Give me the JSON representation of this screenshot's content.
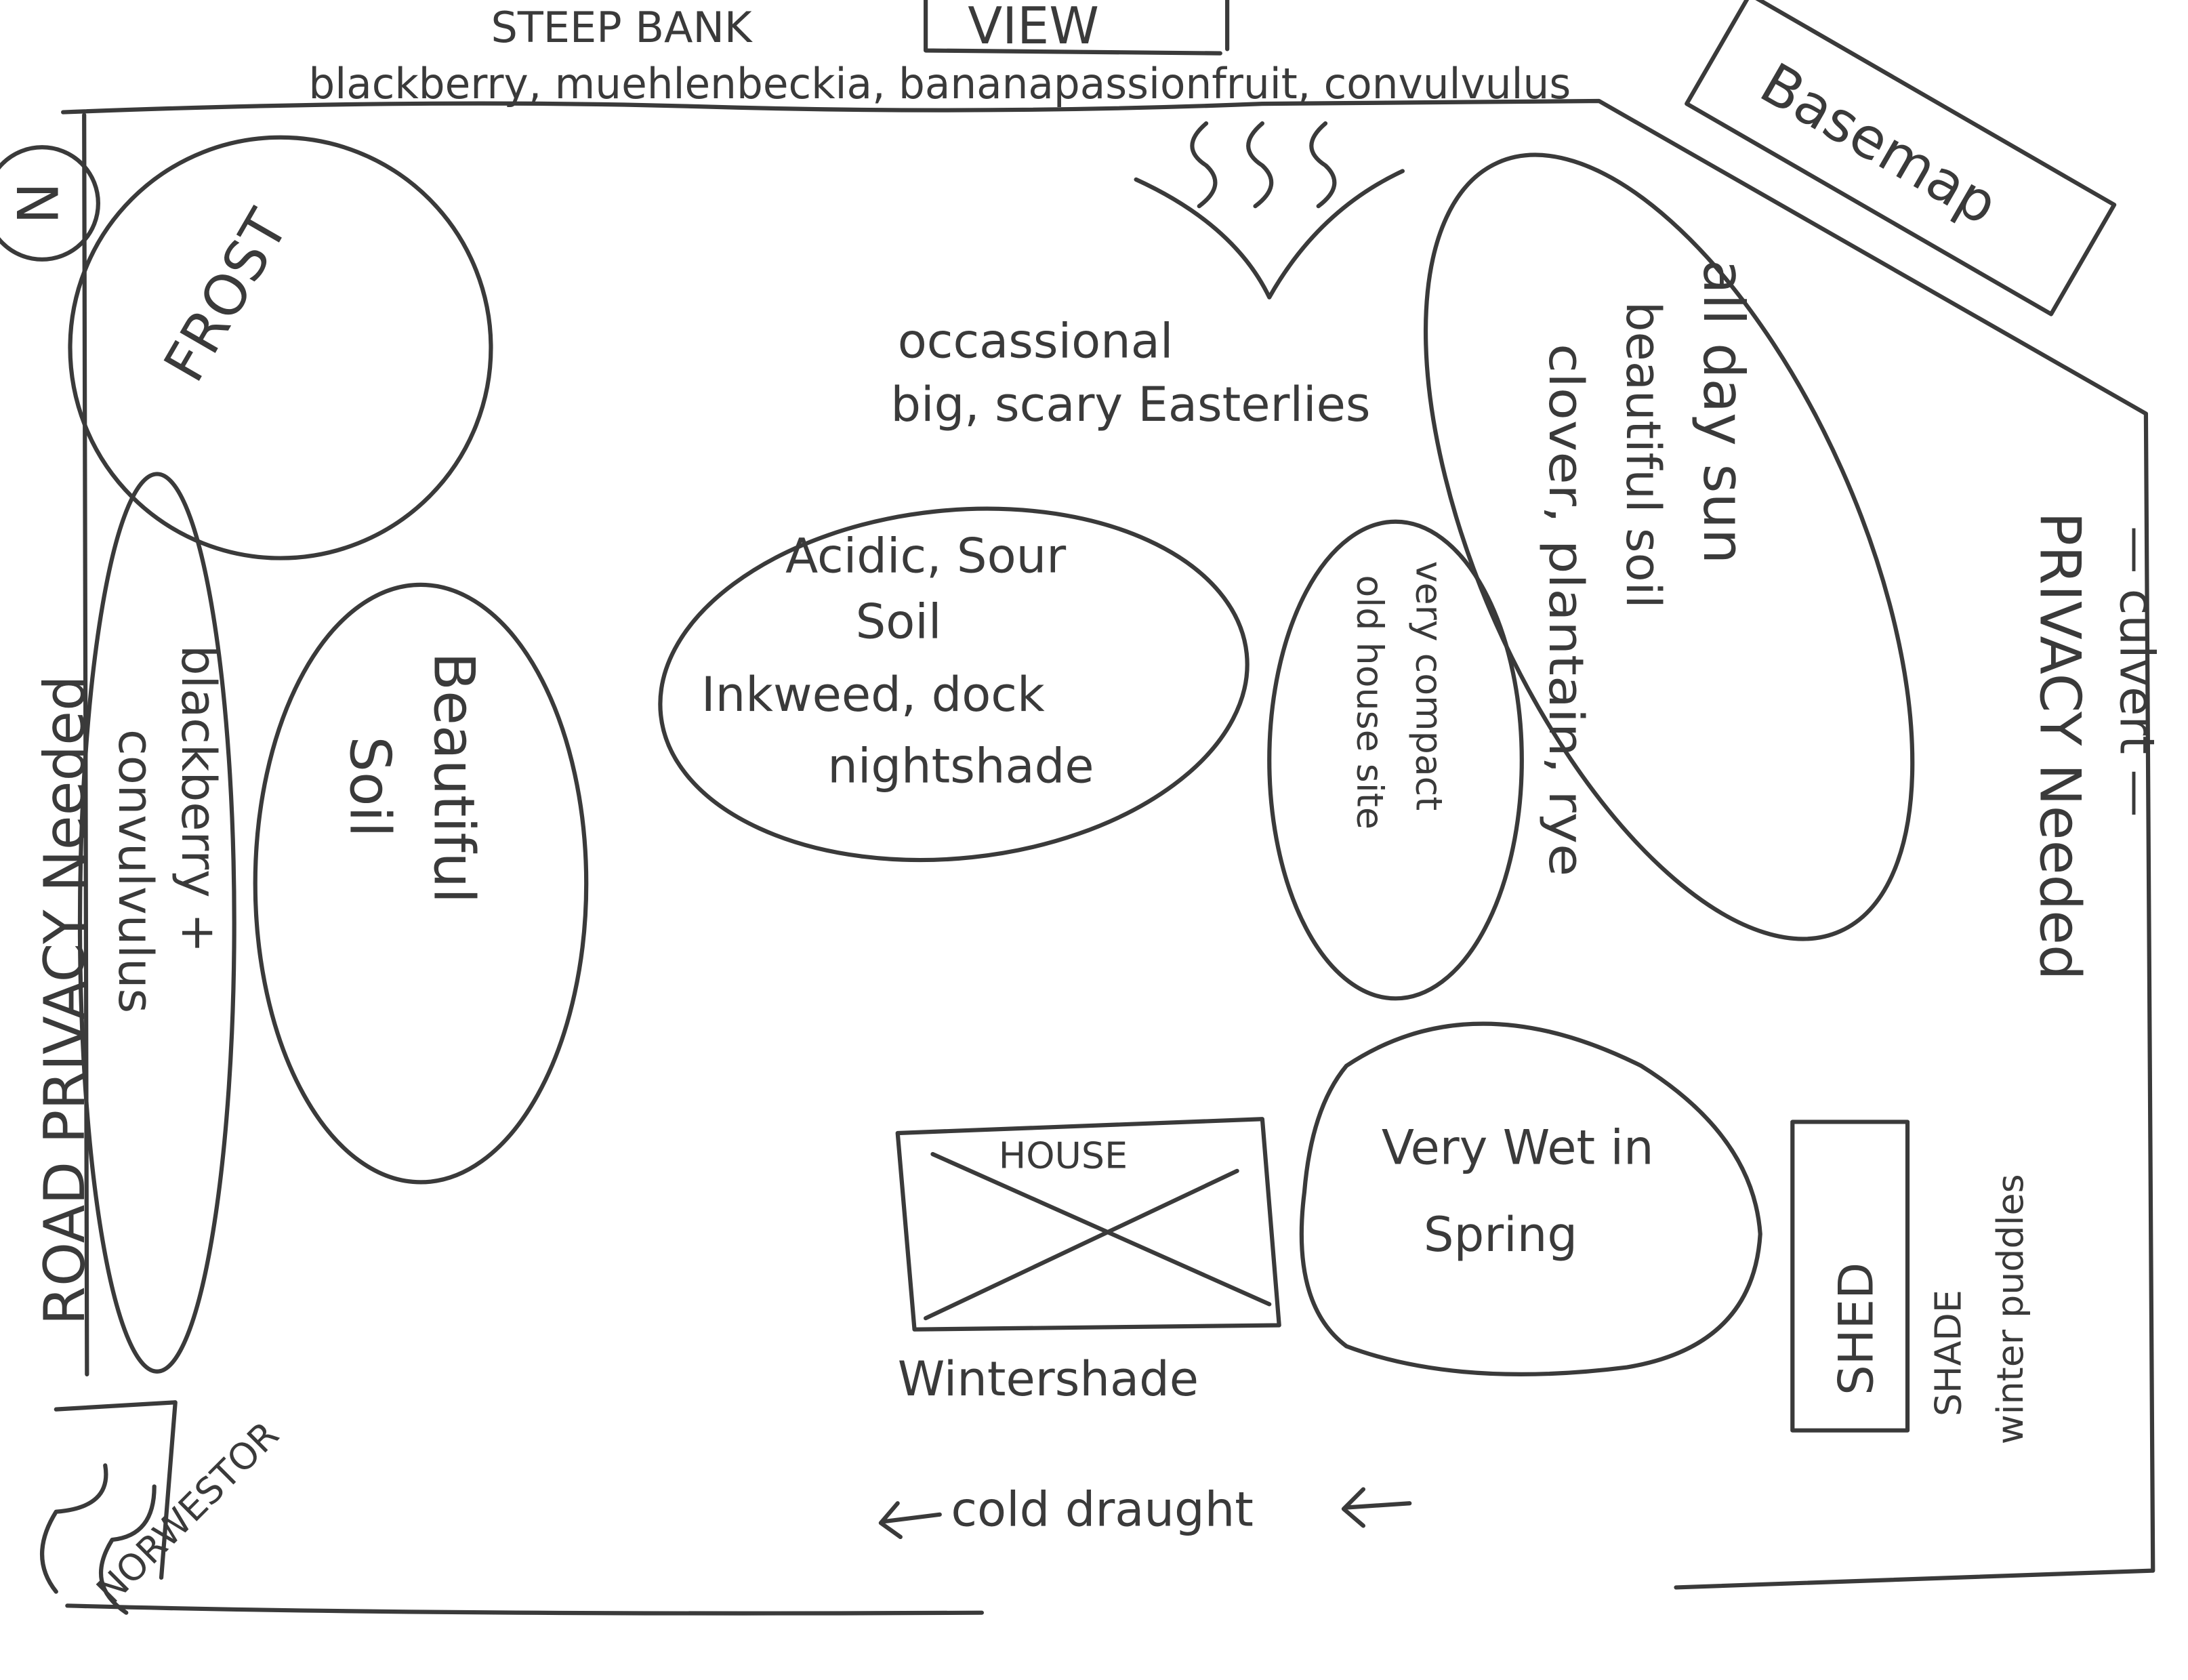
{
  "title": "Basemap",
  "north": "N",
  "top": {
    "steep_bank": "STEEP BANK",
    "view": "VIEW",
    "plants": "blackberry, muehlenbeckia, bananapassionfruit, convulvulus"
  },
  "zones": {
    "frost": "FROST",
    "left_strip": [
      "blackberry +",
      "convulvulus"
    ],
    "beautiful_soil": [
      "Beautiful",
      "Soil"
    ],
    "acidic": [
      "Acidic, Sour",
      "Soil",
      "Inkweed, dock",
      "nightshade"
    ],
    "compact": [
      "very compact",
      "old house site"
    ],
    "sun": [
      "all day sun",
      "beautiful soil",
      "clover, plantain, rye"
    ],
    "wet": [
      "Very Wet in",
      "Spring"
    ]
  },
  "labels": {
    "easterlies": [
      "occassional",
      "big, scary Easterlies"
    ],
    "road_privacy": "ROAD PRIVACY Needed",
    "right_privacy": "PRIVACY Needed",
    "culvert": "— culvert —",
    "house": "HOUSE",
    "winter_shade": "Wintershade",
    "shed": "SHED",
    "shed_shade": [
      "SHADE",
      "winter puddles"
    ],
    "cold_draught": "cold draught",
    "norwester": "NORWESTOR"
  }
}
